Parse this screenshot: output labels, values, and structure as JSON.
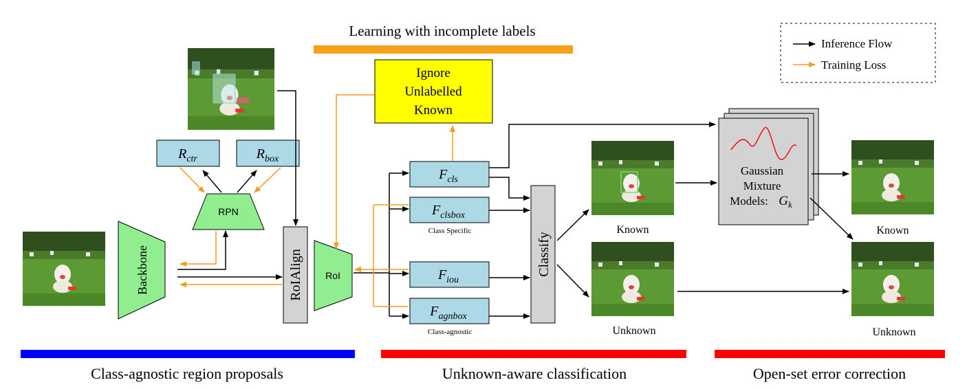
{
  "title": "Learning with incomplete labels",
  "legend": {
    "inference_flow": "Inference Flow",
    "training_loss": "Training Loss"
  },
  "blocks": {
    "backbone": "Backbone",
    "rpn": "RPN",
    "roialign": "RoIAlign",
    "roi": "RoI",
    "classify": "Classify",
    "ignore": [
      "Ignore",
      "Unlabelled",
      "Known"
    ],
    "gmm": [
      "Gaussian",
      "Mixture",
      "Models:"
    ]
  },
  "heads": {
    "r_ctr": {
      "base": "R",
      "sub": "ctr"
    },
    "r_box": {
      "base": "R",
      "sub": "box"
    },
    "f_cls": {
      "base": "F",
      "sub": "cls"
    },
    "f_clsbox": {
      "base": "F",
      "sub": "clsbox"
    },
    "f_iou": {
      "base": "F",
      "sub": "iou"
    },
    "f_agnbox": {
      "base": "F",
      "sub": "agnbox"
    },
    "g_k": {
      "base": "G",
      "sub": "k"
    }
  },
  "captions": {
    "class_specific": "Class Specific",
    "class_agnostic": "Class-agnostic",
    "known_mid": "Known",
    "unknown_mid": "Unknown",
    "known_right": "Known",
    "unknown_right": "Unknown"
  },
  "sections": {
    "proposals": "Class-agnostic region proposals",
    "classification": "Unknown-aware classification",
    "correction": "Open-set error correction"
  },
  "colors": {
    "inference": "#000000",
    "training": "#f39c1f",
    "head_box": "#add8e6",
    "green_block": "#90ee90",
    "gray_block": "#d3d3d3",
    "ignore_box": "#ffff00",
    "bar_title": "#f7a11a",
    "bar_blue": "#0000ff",
    "bar_red": "#ff0000"
  }
}
